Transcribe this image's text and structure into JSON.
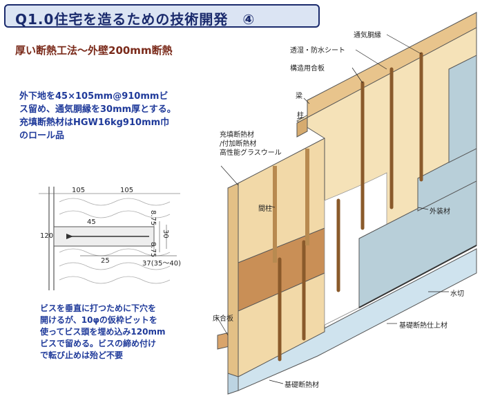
{
  "header": {
    "title": "Q1.0住宅を造るための技術開発　④"
  },
  "subtitle": "厚い断熱工法～外壁200mm断熱",
  "description_top": [
    "外下地を45×105mm@910mmビ",
    "ス留め、通気胴縁を30mm厚とする。",
    "充填断熱材はHGW16kg910mm巾",
    "のロール品"
  ],
  "description_bottom": [
    "ビスを垂直に打つために下穴を",
    "開けるが、10φの仮枠ビットを",
    "使ってビス頭を埋め込み120mm",
    "ビスで留める。ビスの締め付け",
    "で転び止めは殆ど不要"
  ],
  "detail_dims": {
    "top_left": "105",
    "top_right": "105",
    "bolt": "45",
    "left": "120",
    "v1": "8.75",
    "v2": "30",
    "v3": "8.75",
    "bottom_left": "25",
    "bottom_right": "37(35〜40)"
  },
  "labels": {
    "tsuki_dobuchi": "通気胴縁",
    "tosshitsu_sheet": "透湿・防水シート",
    "kozo_goban": "構造用合板",
    "hari": "梁",
    "hashira": "柱",
    "insulation": [
      "充填断熱材",
      "/付加断熱材",
      "高性能グラスウール"
    ],
    "mabashira": "間柱",
    "gaisozai": "外装材",
    "mizukiri": "水切",
    "kiso_shiage": "基礎断熱仕上材",
    "yuka_goban": "床合板",
    "kiso_dannetsu": "基礎断熱材"
  },
  "colors": {
    "title_text": "#1a2a6c",
    "title_bg": "#dbe4f3",
    "subtitle": "#7a2a1a",
    "body_text": "#1f3a9a",
    "wood": "#f2d9a8",
    "siding": "#b8cfd9",
    "foundation": "#cfe3ee"
  }
}
